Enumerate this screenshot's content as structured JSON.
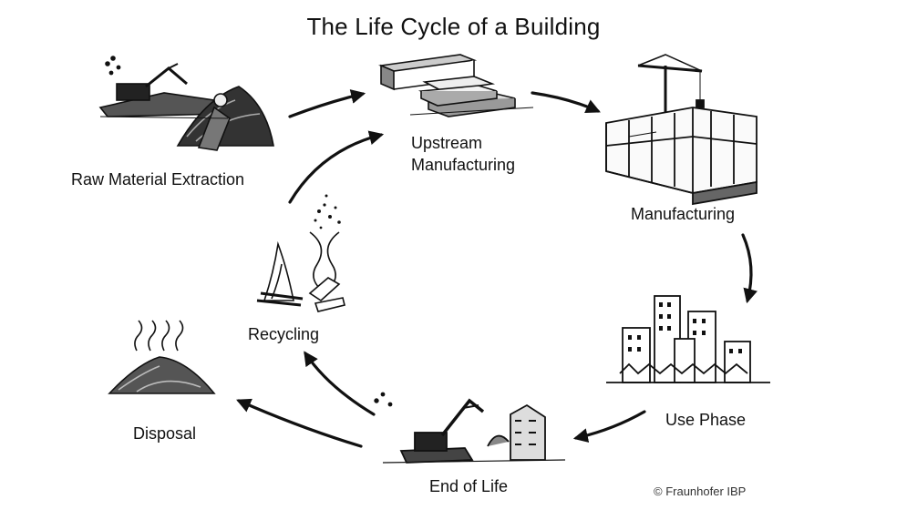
{
  "title": "The Life Cycle of a Building",
  "stages": {
    "raw_material": "Raw Material Extraction",
    "upstream_line1": "Upstream",
    "upstream_line2": "Manufacturing",
    "manufacturing": "Manufacturing",
    "use_phase": "Use Phase",
    "end_of_life": "End of Life",
    "disposal": "Disposal",
    "recycling": "Recycling"
  },
  "credit": "© Fraunhofer IBP"
}
